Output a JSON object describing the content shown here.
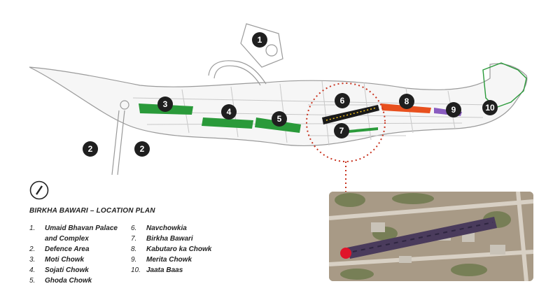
{
  "title": "BIRKHA BAWARI – LOCATION PLAN",
  "markers": [
    {
      "label": "1"
    },
    {
      "label": "2"
    },
    {
      "label": "2"
    },
    {
      "label": "3"
    },
    {
      "label": "4"
    },
    {
      "label": "5"
    },
    {
      "label": "6"
    },
    {
      "label": "7"
    },
    {
      "label": "8"
    },
    {
      "label": "9"
    },
    {
      "label": "10"
    }
  ],
  "legend": {
    "column1": [
      {
        "num": "1.",
        "text": "Umaid Bhavan Palace\nand Complex"
      },
      {
        "num": "2.",
        "text": "Defence Area"
      },
      {
        "num": "3.",
        "text": "Moti Chowk"
      },
      {
        "num": "4.",
        "text": "Sojati Chowk"
      },
      {
        "num": "5.",
        "text": "Ghoda Chowk"
      }
    ],
    "column2": [
      {
        "num": "6.",
        "text": "Navchowkia"
      },
      {
        "num": "7.",
        "text": "Birkha Bawari"
      },
      {
        "num": "8.",
        "text": "Kabutaro ka Chowk"
      },
      {
        "num": "9.",
        "text": "Merita Chowk"
      },
      {
        "num": "10.",
        "text": "Jaata Baas"
      }
    ]
  },
  "colors": {
    "green_chowk": "#2a9a3a",
    "orange_chowk": "#e8501e",
    "purple_chowk": "#8a5cc0",
    "highlight_circle": "#c8321e",
    "site_dot": "#e0142a",
    "marker": "#1f1f1f"
  },
  "icons": {
    "compass": "north-arrow-icon"
  }
}
